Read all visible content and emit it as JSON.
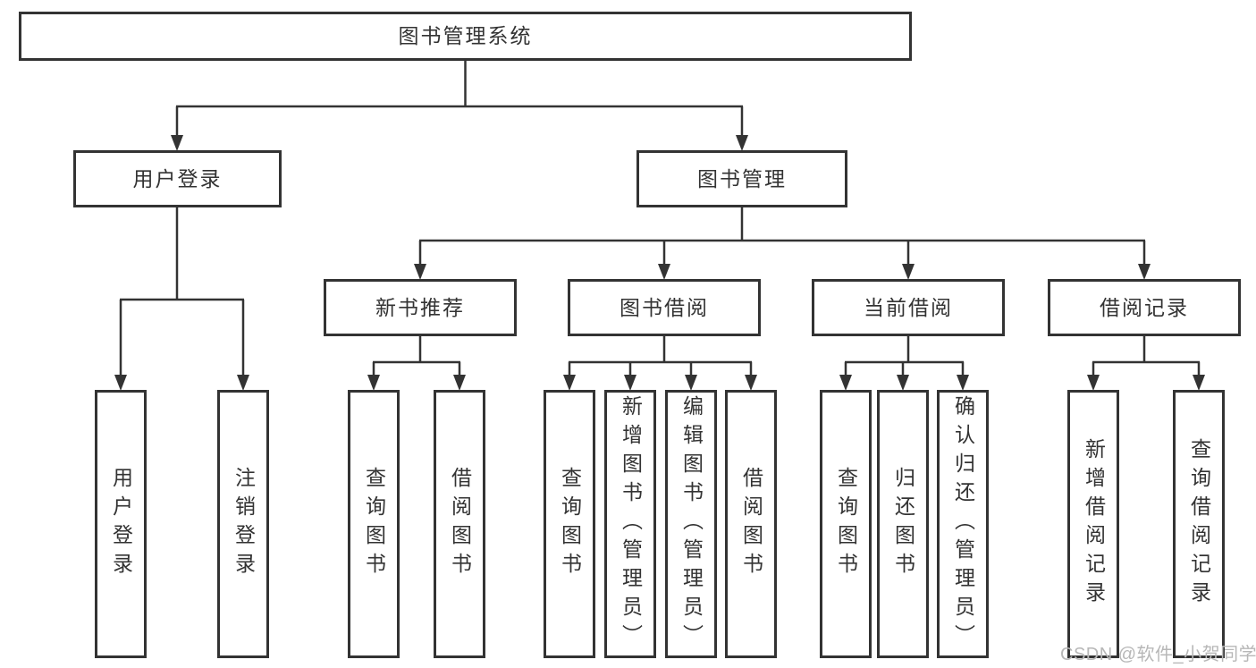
{
  "tree": {
    "label": "图书管理系统",
    "children": [
      {
        "label": "用户登录",
        "children": [
          {
            "label": "用户登录"
          },
          {
            "label": "注销登录"
          }
        ]
      },
      {
        "label": "图书管理",
        "children": [
          {
            "label": "新书推荐",
            "children": [
              {
                "label": "查询图书"
              },
              {
                "label": "借阅图书"
              }
            ]
          },
          {
            "label": "图书借阅",
            "children": [
              {
                "label": "查询图书"
              },
              {
                "label": "新增图书（管理员）"
              },
              {
                "label": "编辑图书（管理员）"
              },
              {
                "label": "借阅图书"
              }
            ]
          },
          {
            "label": "当前借阅",
            "children": [
              {
                "label": "查询图书"
              },
              {
                "label": "归还图书"
              },
              {
                "label": "确认归还（管理员）"
              }
            ]
          },
          {
            "label": "借阅记录",
            "children": [
              {
                "label": "新增借阅记录"
              },
              {
                "label": "查询借阅记录"
              }
            ]
          }
        ]
      }
    ]
  },
  "watermark": "CSDN @软件_小贺同学",
  "colors": {
    "line": "#333333",
    "text": "#333333",
    "box_background": "#ffffff",
    "watermark": "#b7b7b7",
    "background": "#ffffff"
  }
}
